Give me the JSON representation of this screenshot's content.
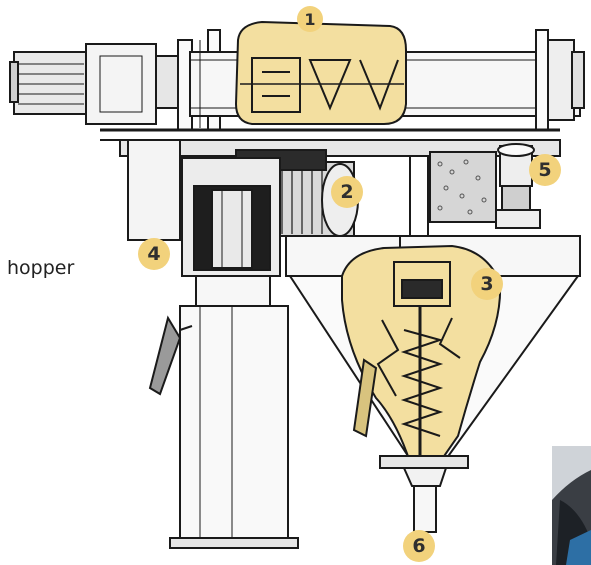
{
  "labels": {
    "hopper": "hopper"
  },
  "callouts": [
    {
      "number": "1"
    },
    {
      "number": "2"
    },
    {
      "number": "3"
    },
    {
      "number": "4"
    },
    {
      "number": "5"
    },
    {
      "number": "6"
    }
  ],
  "colors": {
    "callout_fill": "#f2d27c",
    "highlight_fill": "#f3dfa0",
    "line": "#1a1a1a"
  }
}
